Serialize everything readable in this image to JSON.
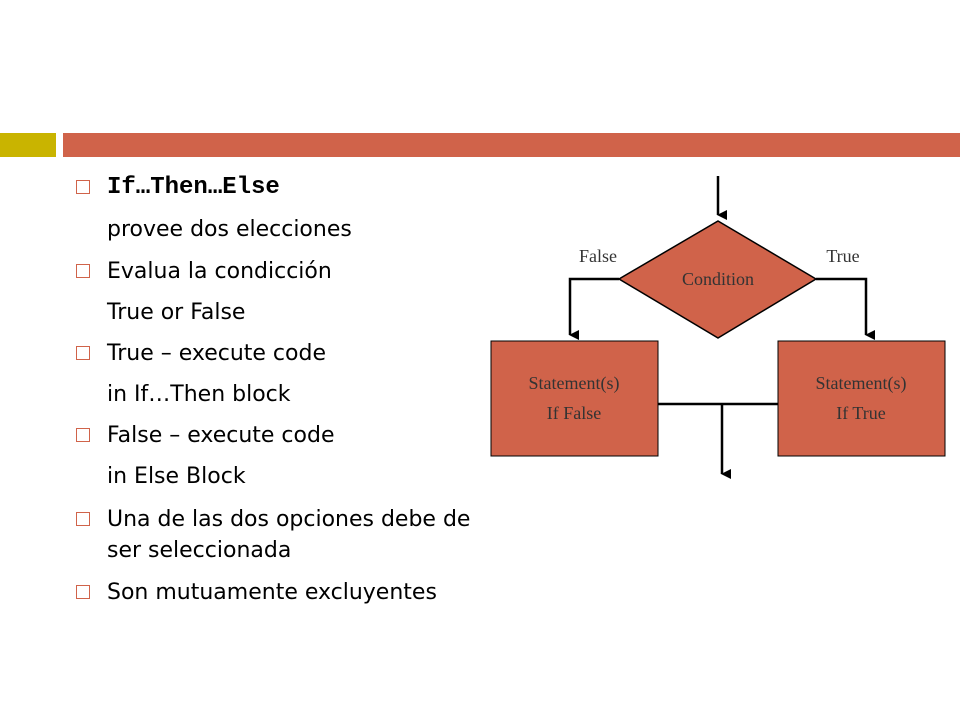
{
  "slide": {
    "bullets": [
      {
        "lines": [
          "If…Then…Else",
          "provee dos elecciones"
        ]
      },
      {
        "lines": [
          "Evalua la condicción",
          "True or False"
        ]
      },
      {
        "lines": [
          "True – execute code",
          "in If…Then block"
        ]
      },
      {
        "lines": [
          "False – execute code",
          "in Else Block"
        ]
      },
      {
        "lines": [
          "Una de las dos opciones debe de",
          "ser seleccionada"
        ]
      },
      {
        "lines": [
          "Son mutuamente excluyentes"
        ]
      }
    ]
  },
  "diagram": {
    "condition_label": "Condition",
    "false_label": "False",
    "true_label": "True",
    "false_box": {
      "line1": "Statement(s)",
      "line2": "If False"
    },
    "true_box": {
      "line1": "Statement(s)",
      "line2": "If True"
    }
  },
  "colors": {
    "accent": "#d0634a",
    "yellow": "#c9b400",
    "shape_fill": "#d0634a"
  }
}
